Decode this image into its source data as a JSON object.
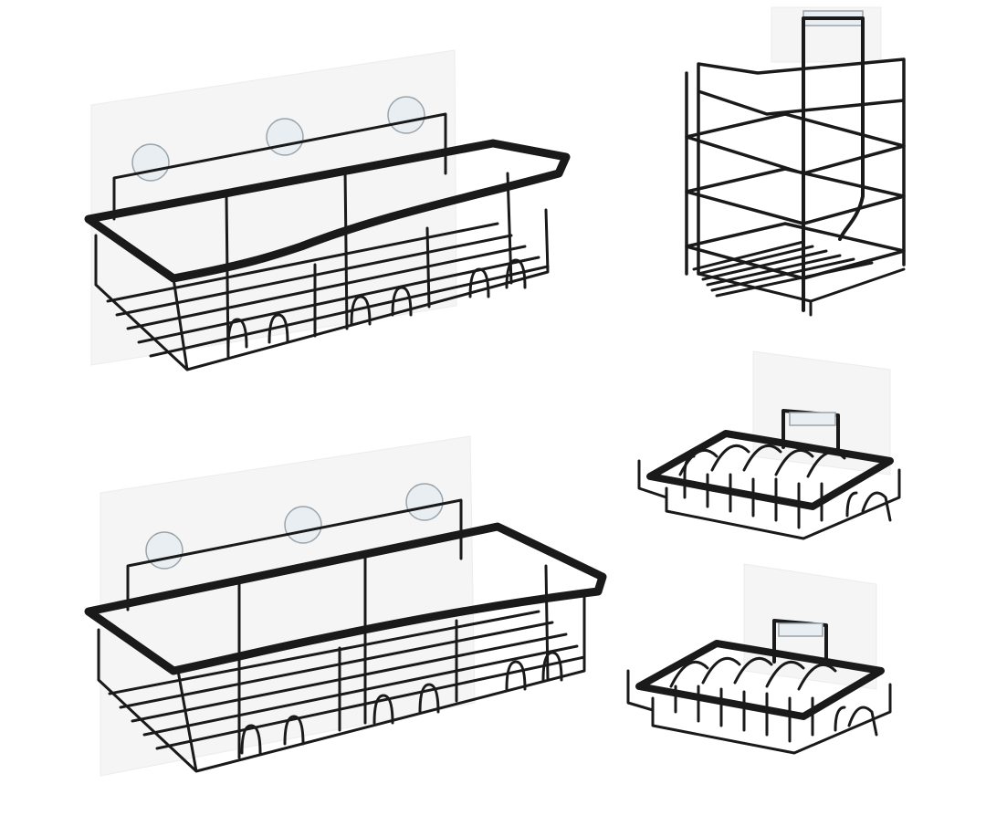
{
  "colors": {
    "background": "#ffffff",
    "wire": "#1a1a1a",
    "adhesive_pad": "#f5f5f5"
  },
  "products": [
    "large-shower-caddy",
    "large-shower-caddy",
    "toothbrush-holder",
    "soap-dish",
    "soap-dish"
  ]
}
